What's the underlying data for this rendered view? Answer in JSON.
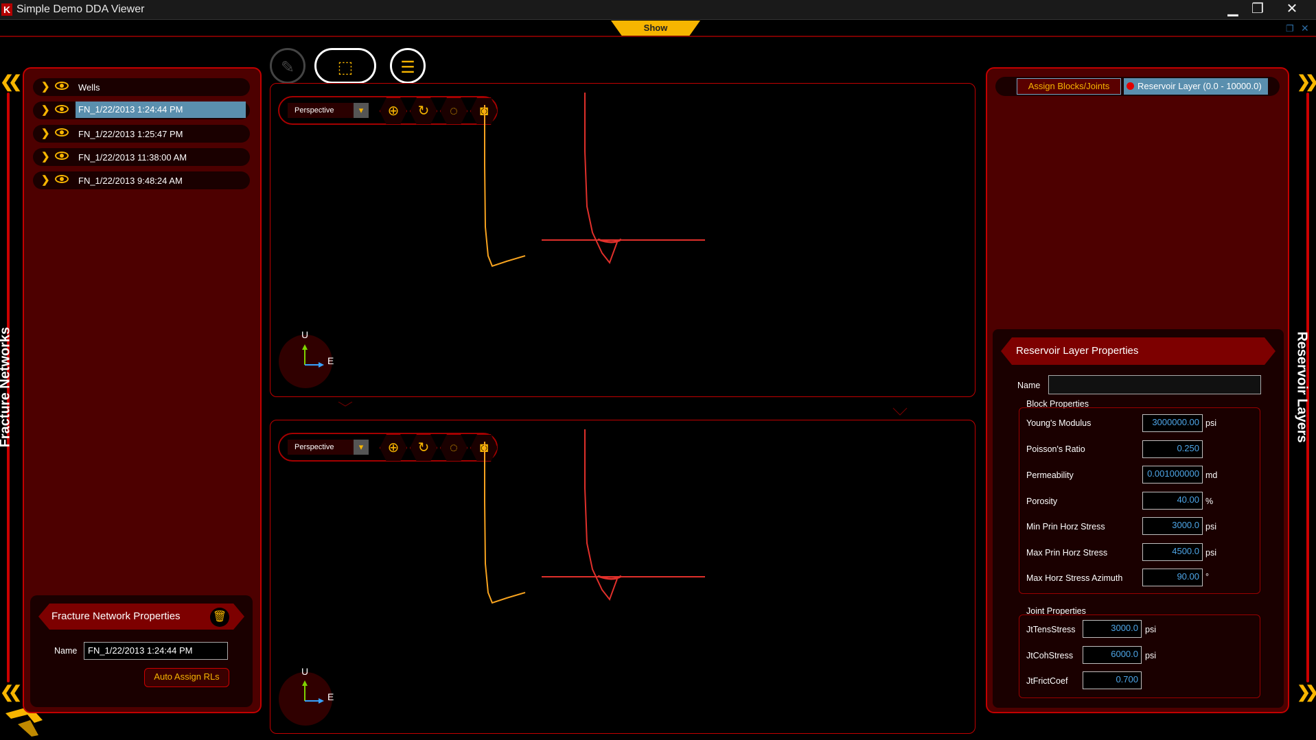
{
  "window": {
    "title": "Simple Demo DDA Viewer",
    "logo": "K",
    "minimize": "▁",
    "maximize": "❐",
    "close": "✕"
  },
  "top": {
    "show_label": "Show",
    "restore_icon": "❐",
    "close_icon": "✕"
  },
  "left_strip": {
    "title": "Fracture Networks",
    "chevron": "❮❮"
  },
  "right_strip": {
    "title": "Reservoir Layers",
    "chevron": "❯❯"
  },
  "tree": {
    "items": [
      {
        "label": "Wells",
        "selected": false
      },
      {
        "label": "FN_1/22/2013 1:24:44 PM",
        "selected": true
      },
      {
        "label": "FN_1/22/2013 1:25:47 PM",
        "selected": false
      },
      {
        "label": "FN_1/22/2013 11:38:00 AM",
        "selected": false
      },
      {
        "label": "FN_1/22/2013 9:48:24 AM",
        "selected": false
      }
    ]
  },
  "fracture_props": {
    "title": "Fracture Network Properties",
    "name_label": "Name",
    "name_value": "FN_1/22/2013 1:24:44 PM",
    "auto_assign": "Auto Assign RLs",
    "delete_icon": "🗑"
  },
  "viewport": {
    "projection": "Perspective",
    "axis_up": "U",
    "axis_east": "E"
  },
  "right_panel": {
    "assign_tab": "Assign Blocks/Joints",
    "layer_tab": "Reservoir Layer (0.0 - 10000.0)",
    "props_title": "Reservoir Layer Properties",
    "name_label": "Name",
    "name_value": "",
    "block_title": "Block Properties",
    "block": [
      {
        "label": "Young's Modulus",
        "value": "3000000.00",
        "unit": "psi"
      },
      {
        "label": "Poisson's Ratio",
        "value": "0.250",
        "unit": ""
      },
      {
        "label": "Permeability",
        "value": "0.001000000",
        "unit": "md"
      },
      {
        "label": "Porosity",
        "value": "40.00",
        "unit": "%"
      },
      {
        "label": "Min Prin Horz Stress",
        "value": "3000.0",
        "unit": "psi"
      },
      {
        "label": "Max Prin Horz Stress",
        "value": "4500.0",
        "unit": "psi"
      },
      {
        "label": "Max Horz Stress Azimuth",
        "value": "90.00",
        "unit": "°"
      }
    ],
    "joint_title": "Joint Properties",
    "joint": [
      {
        "label": "JtTensStress",
        "value": "3000.0",
        "unit": "psi"
      },
      {
        "label": "JtCohStress",
        "value": "6000.0",
        "unit": "psi"
      },
      {
        "label": "JtFrictCoef",
        "value": "0.700",
        "unit": ""
      }
    ]
  },
  "colors": {
    "accent": "#f7b500",
    "frame": "#c30000",
    "panel": "#4d0000",
    "selection": "#5a8fae",
    "value": "#4ea6e8"
  }
}
